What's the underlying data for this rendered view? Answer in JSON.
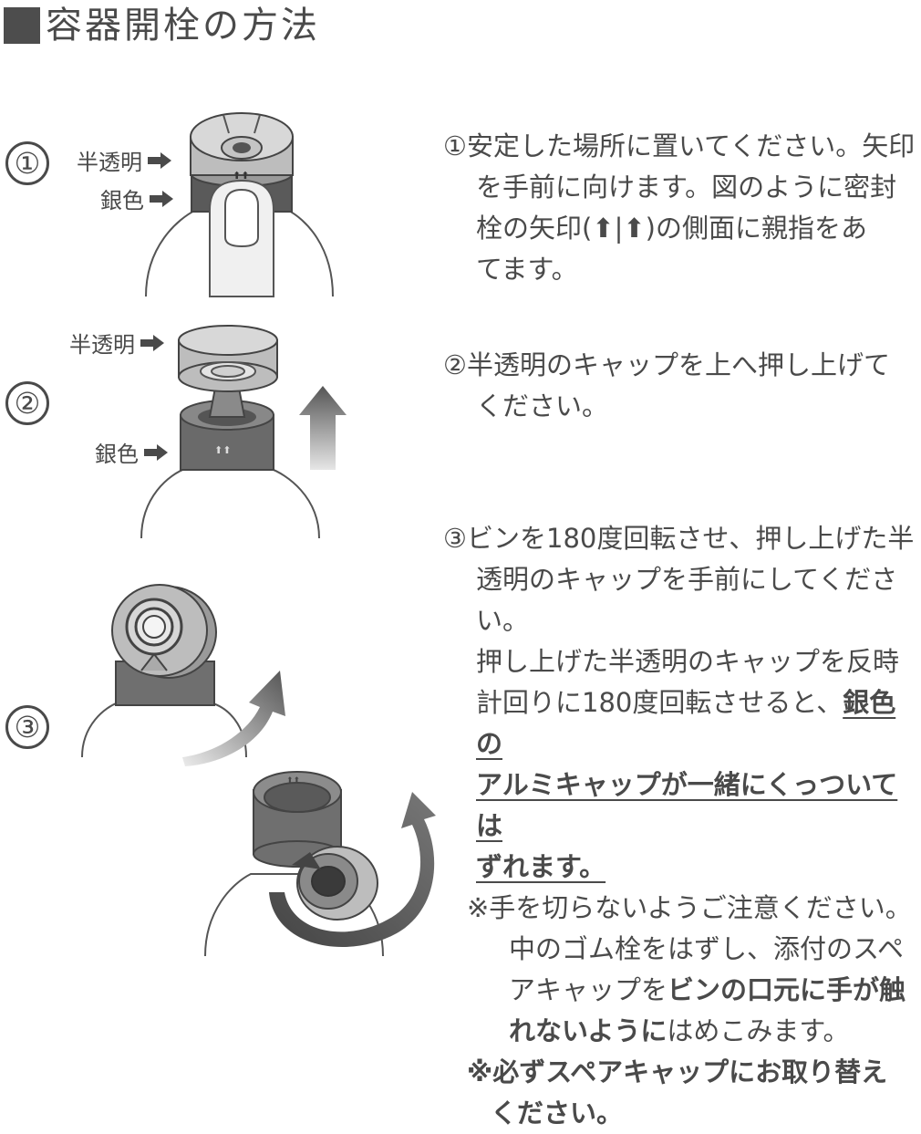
{
  "title": "容器開栓の方法",
  "steps": {
    "step1": {
      "number": "①",
      "label_translucent": "半透明",
      "label_silver": "銀色",
      "line1": "①安定した場所に置いてください。矢印",
      "line2": "を手前に向けます。図のように密封",
      "line3": "栓の矢印(⬆|⬆)の側面に親指をあ",
      "line4": "てます。"
    },
    "step2": {
      "number": "②",
      "label_translucent": "半透明",
      "label_silver": "銀色",
      "line1": "②半透明のキャップを上へ押し上げて",
      "line2": "ください。"
    },
    "step3": {
      "number": "③",
      "line1": "③ビンを180度回転させ、押し上げた半",
      "line2": "透明のキャップを手前にしてください。",
      "line3": "押し上げた半透明のキャップを反時",
      "line4_plain": "計回りに180度回転させると、",
      "line4_bold": "銀色の",
      "line5_bold": "アルミキャップが一緒にくっついては",
      "line6_bold": "ずれます。",
      "note1": "※手を切らないようご注意ください。",
      "note2": "中のゴム栓をはずし、添付のスペ",
      "note3_plain": "アキャップを",
      "note3_bold": "ビンの口元に手が触",
      "note4_bold": "れないように",
      "note4_plain": "はめこみます。",
      "warn1": "※必ずスペアキャップにお取り替え",
      "warn2": "ください。"
    }
  }
}
